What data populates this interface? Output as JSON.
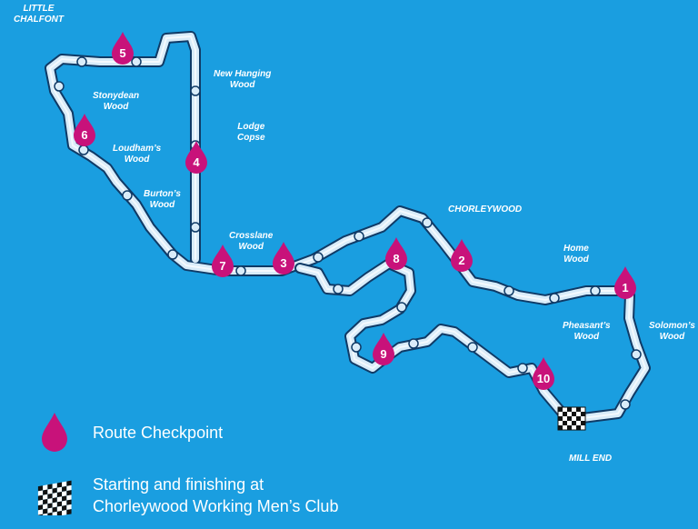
{
  "map": {
    "places": [
      {
        "name": "little-chalfont",
        "lines": [
          "LITTLE",
          "CHALFONT"
        ]
      },
      {
        "name": "new-hanging-wood",
        "lines": [
          "New Hanging",
          "Wood"
        ]
      },
      {
        "name": "stonydean-wood",
        "lines": [
          "Stonydean",
          "Wood"
        ]
      },
      {
        "name": "lodge-copse",
        "lines": [
          "Lodge",
          "Copse"
        ]
      },
      {
        "name": "loudhams-wood",
        "lines": [
          "Loudham’s",
          "Wood"
        ]
      },
      {
        "name": "burtons-wood",
        "lines": [
          "Burton’s",
          "Wood"
        ]
      },
      {
        "name": "crosslane-wood",
        "lines": [
          "Crosslane",
          "Wood"
        ]
      },
      {
        "name": "chorleywood",
        "lines": [
          "CHORLEYWOOD"
        ]
      },
      {
        "name": "home-wood",
        "lines": [
          "Home",
          "Wood"
        ]
      },
      {
        "name": "pheasants-wood",
        "lines": [
          "Pheasant’s",
          "Wood"
        ]
      },
      {
        "name": "solomons-wood",
        "lines": [
          "Solomon’s",
          "Wood"
        ]
      },
      {
        "name": "mill-end",
        "lines": [
          "MILL END"
        ]
      }
    ],
    "checkpoints": [
      "1",
      "2",
      "3",
      "4",
      "5",
      "6",
      "7",
      "8",
      "9",
      "10"
    ],
    "colors": {
      "background": "#1a9ee0",
      "route_fill": "#d9ecf9",
      "route_outline": "#0f3a66",
      "checkpoint": "#c8127a"
    }
  },
  "legend": {
    "checkpoint_label": "Route Checkpoint",
    "start_line1": "Starting and finishing at",
    "start_line2": "Chorleywood Working Men’s Club",
    "checkpoint_icon": "drop-marker-icon",
    "start_icon": "checkered-flag-icon"
  }
}
